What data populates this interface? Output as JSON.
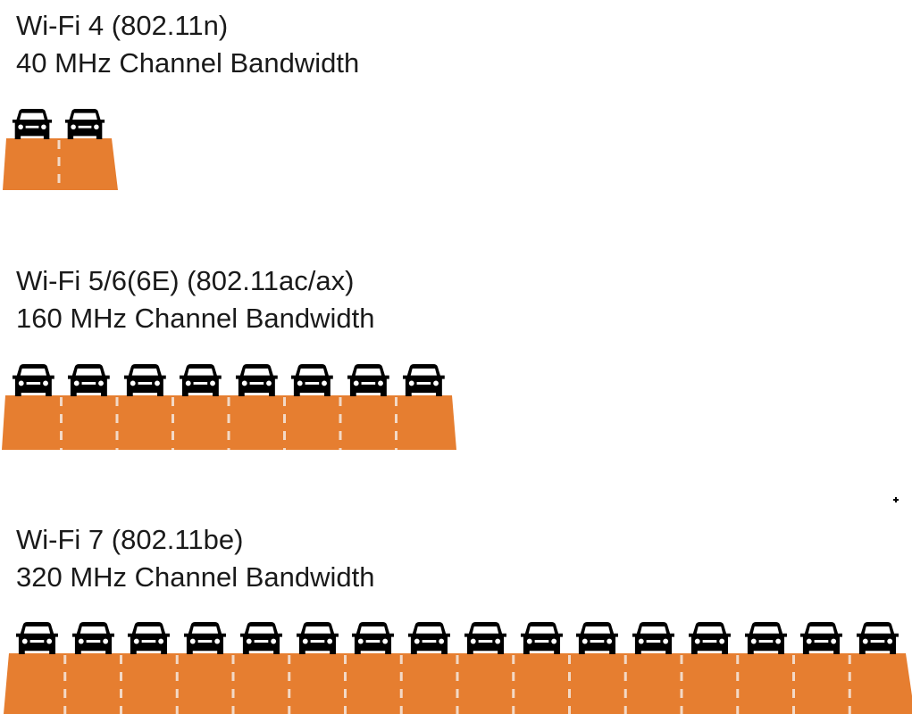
{
  "sections": [
    {
      "title": "Wi-Fi 4 (802.11n)",
      "subtitle": "40 MHz Channel Bandwidth",
      "lanes": 2,
      "bandwidth_mhz": 40
    },
    {
      "title": "Wi-Fi 5/6(6E) (802.11ac/ax)",
      "subtitle": "160 MHz Channel Bandwidth",
      "lanes": 8,
      "bandwidth_mhz": 160
    },
    {
      "title": "Wi-Fi 7 (802.11be)",
      "subtitle": "320 MHz Channel Bandwidth",
      "lanes": 16,
      "bandwidth_mhz": 320
    }
  ],
  "colors": {
    "road": "#E67E30",
    "lane_marking": "#F3D9C6",
    "car": "#000000",
    "text": "#1a1a1a"
  },
  "icons": {
    "car": "car-front-icon"
  }
}
